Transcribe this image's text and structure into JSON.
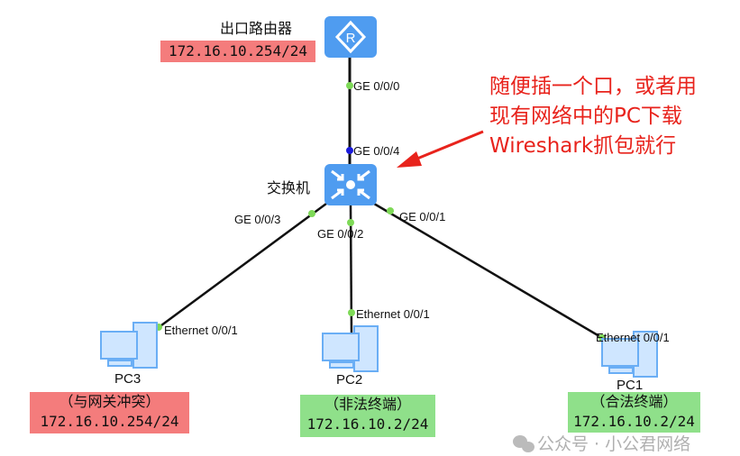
{
  "router": {
    "name": "出口路由器",
    "ip": "172.16.10.254/24",
    "port": "GE 0/0/0"
  },
  "switch": {
    "name": "交换机",
    "ports": {
      "up": "GE 0/0/4",
      "pc3": "GE 0/0/3",
      "pc2": "GE 0/0/2",
      "pc1": "GE 0/0/1"
    }
  },
  "pcs": [
    {
      "name": "PC3",
      "port": "Ethernet 0/0/1",
      "note": "（与网关冲突）",
      "ip": "172.16.10.254/24",
      "color": "#f47c7c"
    },
    {
      "name": "PC2",
      "port": "Ethernet 0/0/1",
      "note": "（非法终端）",
      "ip": "172.16.10.2/24",
      "color": "#8fe08a"
    },
    {
      "name": "PC1",
      "port": "Ethernet 0/0/1",
      "note": "（合法终端）",
      "ip": "172.16.10.2/24",
      "color": "#8fe08a"
    }
  ],
  "annotation": {
    "lines": [
      "随便插一个口，或者用",
      "现有网络中的PC下载",
      "Wireshark抓包就行"
    ],
    "color": "#e8231c"
  },
  "watermark": "公众号 · 小公君网络",
  "colors": {
    "device": "#4f9cf0",
    "link_up": "#7ed957",
    "link_blue": "#1a1adb"
  }
}
